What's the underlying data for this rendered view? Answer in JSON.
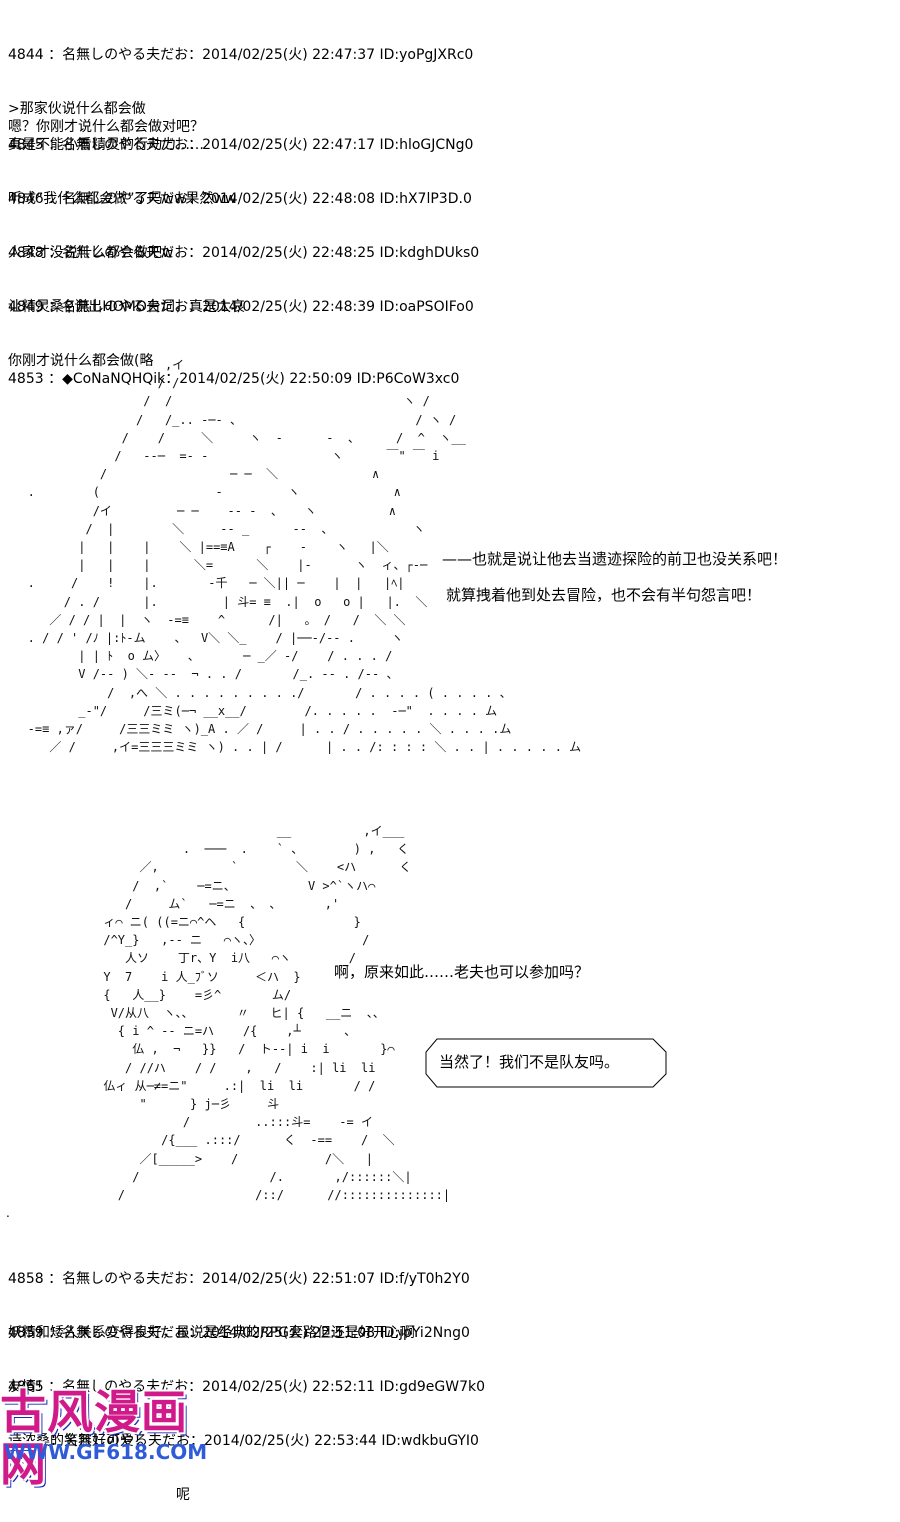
{
  "posts": [
    {
      "header": "4844 ：名無しのやる夫だお：2014/02/25(火) 22:47:37 ID:yoPgJXRc0",
      "body": ">那家伙说什么都会做\n嗯？你刚才说什么都会做对吧？\n真是不能小看精灵的行动力……"
    },
    {
      "header": "4845 ：名無しのやる夫だお：2014/02/25(火) 22:47:17 ID:hloGJCNg0",
      "body": "听成“我什么都会做”了吗ww果然ww"
    },
    {
      "header": "4846 ：名無しのやる夫だお：2014/02/25(火) 22:48:08 ID:hX7lP3D.0",
      "body": "人家才没说什么都会做吧w"
    },
    {
      "header": "4848 ：名無しのやる夫だお：2014/02/25(火) 22:48:25 ID:kdghDUks0",
      "body": "让精灵桑♀说出HOMO台词，真是太哀"
    },
    {
      "header": "4849 ：名無しのやる夫だお：2014/02/25(火) 22:48:39 ID:oaPSOIFo0",
      "body": "你刚才说什么都会做(略"
    },
    {
      "header": "4853 ：◆CoNaNQHQik：2014/02/25(火) 22:50:09 ID:P6CoW3xc0",
      "body": ""
    },
    {
      "header": "4858 ：名無しのやる夫だお：2014/02/25(火) 22:51:07 ID:f/yT0h2Y0",
      "body": "妖精和矮人关系变得良好，虽说是经典的RPG套路但还是好开心啊"
    },
    {
      "header": "4859 ：名無しのやる夫だお：2014/02/25(火) 22:51:08 ID:jpYi2Nng0",
      "body": "友情！"
    },
    {
      "header": "4865 ：名無しのやる夫だお：2014/02/25(火) 22:52:11 ID:gd9eGW7k0",
      "body": "诗浓桑的笑容好可爱！"
    },
    {
      "header": "　　　：名無しのやる夫だお：2014/02/25(火) 22:53:44 ID:wdkbuGYI0",
      "body": "　　　　　　　　　　　　呢"
    }
  ],
  "dialogue": {
    "elf_line1": "——也就是说让他去当遗迹探险的前卫也没关系吧！",
    "elf_line2": "就算拽着他到处去冒险，也不会有半句怨言吧！",
    "dwarf_line": "啊，原来如此……老夫也可以参加吗？",
    "bubble_line": "当然了！我们不是队友吗。"
  },
  "ascii_art": {
    "elf": "                      ,イ\n                     / /\n                   /  /                                ヽ /\n                  /   /_.. -─- 、                        / ヽ /\n                /    /     ＼     ヽ  -      -  、     /  ^  ヽ__\n               /   -‐─  =- -                 ヽ      ￣\" ￣ i\n             /                 ─ ─  ＼             ∧\n   .        (                -         ヽ             ∧\n            /イ         ─ ─    -- -  、   ヽ          ∧\n           /  |        ＼     -- _      ‐-  、           ヽ\n          |   |    |    ＼ |==≡A    ┌    -    ヽ   |＼\n          |   |    |      ＼=      ＼    |-      ヽ  ィ、┌‐─\n   .     /    !    |.       -千   ─ ＼|| ─    |  |   |ﾍ|\n        / . /      |.         | 斗= ≡  .|  o   o |   |.  ＼\n      ／ / / |  |  ヽ  -=≡    ^      /|   。 /   /  ＼ ＼\n   . / / ' /ﾉ |:ﾄ-ム    、  V＼ ＼_    / |──‐/-- .     ヽ\n          | | ﾄ  o ム〉   、      ─ _／ -/    / . . . /\n          V /‐‐ ) ＼- -‐  ¬ . . /       /_. -- . /-- 、\n              /  ,へ ＼ . . . . . . . . ./       / . . . . ( . . . . 、\n          _-\"/     /三ミ(─¬ __x__/        /. . . . .  -─\"  . . . . ム\n   -=≡ ,ァ/     /三三ミミ ヽ)_A . ／ /     | . . / . . . . . ＼ . . . .ム\n      ／ /     ,イ=三三三ミミ ヽ) . . | /      | . . /: : : : ＼ . . | . . . . . ム",
    "dwarf": "                              __          ,イ___\n                 .  ───  .    ` 、       ) ,   く\n           ／,          `        ＼    <ハ      く\n          /  ,`    ─=ニ、          V >^`ヽハ⌒\n         /     ム`   ─=ニ  、 、      ,'\n      ィ⌒ ニ( ((=ニ⌒^ヘ   {               }\n      /^Y_}   ,‐- ニ   ⌒ヽ、〉              /\n         人ソ    丁r、Y  i八   ⌒ヽ        /\n      Y  7    i 人_ﾌﾞソ     ＜ハ  }\n      {   人__}    =彡^       ム/\n       V/从八  ヽ、、      〃   ヒ| {   __ニ  、、\n        { i ^ ‐- ニ=ハ    /{    ,┴      、\n          仏 ,  ¬   }}   /  ト--| i  i       }⌒\n         / //ハ    / /    ,   /    :| li  li        } 厂\n      仏ィ 从─≠=ニ\"     .:|  li  li       / /\n           \"      } j─彡     斗\n                 /         ..:::斗=    -= イ\n              /{___ .:::/      く  -==    /  ＼\n           ／[_____>    /            /＼   |\n          /                  /.       ,/::::::＼|\n        /                  /::/      //::::::::::::::|"
  },
  "watermark": {
    "title": "古风漫画网",
    "url": "WWW.GF618.COM"
  },
  "colors": {
    "background": "#ffffff",
    "text": "#000000",
    "watermark_title": "#d11a8a",
    "watermark_url": "#2f5bd8"
  }
}
